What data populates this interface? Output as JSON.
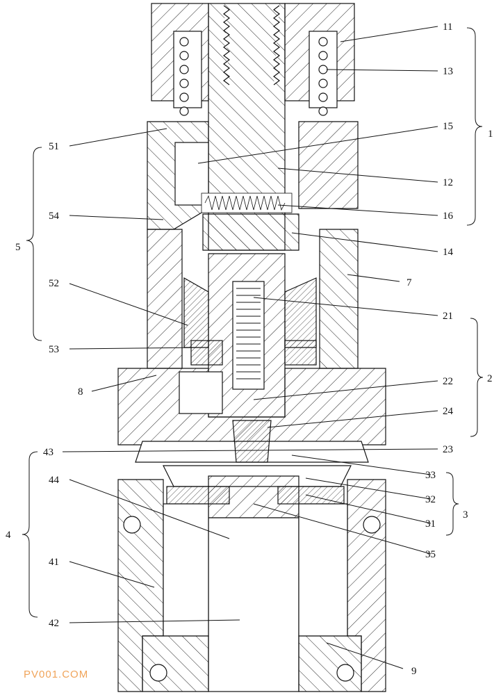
{
  "labels": [
    {
      "id": "11",
      "text": "11"
    },
    {
      "id": "13",
      "text": "13"
    },
    {
      "id": "15",
      "text": "15"
    },
    {
      "id": "12",
      "text": "12"
    },
    {
      "id": "16",
      "text": "16"
    },
    {
      "id": "14",
      "text": "14"
    },
    {
      "id": "7",
      "text": "7"
    },
    {
      "id": "21",
      "text": "21"
    },
    {
      "id": "22",
      "text": "22"
    },
    {
      "id": "24",
      "text": "24"
    },
    {
      "id": "23",
      "text": "23"
    },
    {
      "id": "33",
      "text": "33"
    },
    {
      "id": "32",
      "text": "32"
    },
    {
      "id": "31",
      "text": "31"
    },
    {
      "id": "35",
      "text": "35"
    },
    {
      "id": "9",
      "text": "9"
    },
    {
      "id": "51",
      "text": "51"
    },
    {
      "id": "54",
      "text": "54"
    },
    {
      "id": "52",
      "text": "52"
    },
    {
      "id": "53",
      "text": "53"
    },
    {
      "id": "8",
      "text": "8"
    },
    {
      "id": "43",
      "text": "43"
    },
    {
      "id": "44",
      "text": "44"
    },
    {
      "id": "41",
      "text": "41"
    },
    {
      "id": "42",
      "text": "42"
    }
  ],
  "groups": [
    {
      "id": "g1",
      "text": "1"
    },
    {
      "id": "g2",
      "text": "2"
    },
    {
      "id": "g3",
      "text": "3"
    },
    {
      "id": "g4",
      "text": "4"
    },
    {
      "id": "g5",
      "text": "5"
    }
  ],
  "watermark": "PV001.COM"
}
